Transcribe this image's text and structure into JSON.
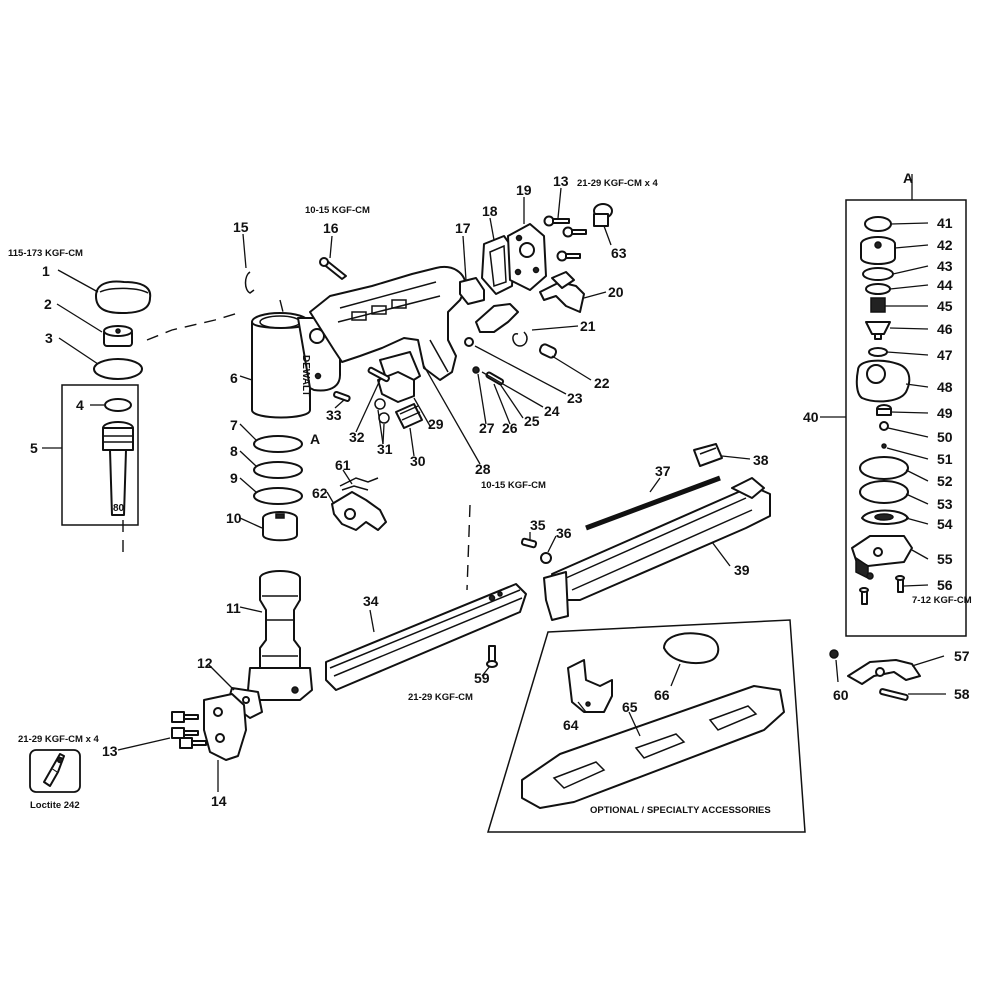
{
  "notes": {
    "torque_1": "115-173 KGF-CM",
    "torque_16": "10-15 KGF-CM",
    "torque_13_top": "21-29 KGF-CM x 4",
    "torque_28": "10-15 KGF-CM",
    "torque_59": "21-29 KGF-CM",
    "torque_13_bottom": "21-29 KGF-CM x 4",
    "torque_56": "7-12 KGF-CM",
    "loctite": "Loctite 242",
    "accessories_title": "OPTIONAL / SPECIALTY ACCESSORIES",
    "detail_label": "A",
    "detail_ref": "A",
    "brand": "DEWALT",
    "piston_mark": "80"
  },
  "callouts": {
    "c1": "1",
    "c2": "2",
    "c3": "3",
    "c4": "4",
    "c5": "5",
    "c6": "6",
    "c7": "7",
    "c8": "8",
    "c9": "9",
    "c10": "10",
    "c11": "11",
    "c12": "12",
    "c13a": "13",
    "c13b": "13",
    "c14": "14",
    "c15": "15",
    "c16": "16",
    "c17": "17",
    "c18": "18",
    "c19": "19",
    "c20": "20",
    "c21": "21",
    "c22": "22",
    "c23": "23",
    "c24": "24",
    "c25": "25",
    "c26": "26",
    "c27": "27",
    "c28": "28",
    "c29": "29",
    "c30": "30",
    "c31": "31",
    "c32": "32",
    "c33": "33",
    "c34": "34",
    "c35": "35",
    "c36": "36",
    "c37": "37",
    "c38": "38",
    "c39": "39",
    "c40": "40",
    "c41": "41",
    "c42": "42",
    "c43": "43",
    "c44": "44",
    "c45": "45",
    "c46": "46",
    "c47": "47",
    "c48": "48",
    "c49": "49",
    "c50": "50",
    "c51": "51",
    "c52": "52",
    "c53": "53",
    "c54": "54",
    "c55": "55",
    "c56": "56",
    "c57": "57",
    "c58": "58",
    "c59": "59",
    "c60": "60",
    "c61": "61",
    "c62": "62",
    "c63": "63",
    "c64": "64",
    "c65": "65",
    "c66": "66"
  }
}
